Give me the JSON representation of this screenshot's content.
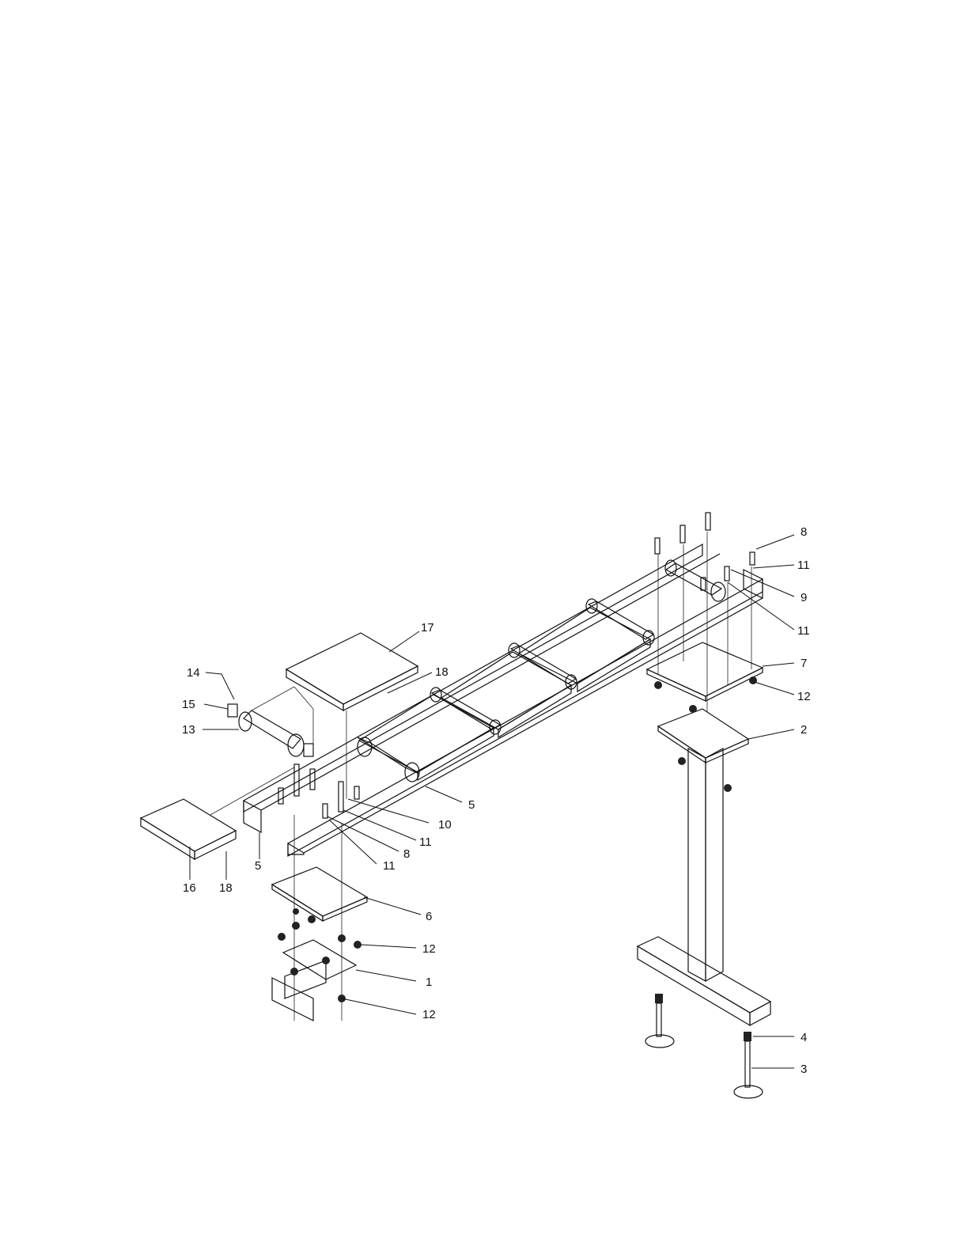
{
  "diagram": {
    "callouts": [
      {
        "id": "c8a",
        "text": "8"
      },
      {
        "id": "c11a",
        "text": "11"
      },
      {
        "id": "c9",
        "text": "9"
      },
      {
        "id": "c11b",
        "text": "11"
      },
      {
        "id": "c7",
        "text": "7"
      },
      {
        "id": "c12a",
        "text": "12"
      },
      {
        "id": "c2",
        "text": "2"
      },
      {
        "id": "c17",
        "text": "17"
      },
      {
        "id": "c18a",
        "text": "18"
      },
      {
        "id": "c14",
        "text": "14"
      },
      {
        "id": "c15",
        "text": "15"
      },
      {
        "id": "c13",
        "text": "13"
      },
      {
        "id": "c5a",
        "text": "5"
      },
      {
        "id": "c10",
        "text": "10"
      },
      {
        "id": "c11c",
        "text": "11"
      },
      {
        "id": "c8b",
        "text": "8"
      },
      {
        "id": "c11d",
        "text": "11"
      },
      {
        "id": "c5b",
        "text": "5"
      },
      {
        "id": "c16",
        "text": "16"
      },
      {
        "id": "c18b",
        "text": "18"
      },
      {
        "id": "c6",
        "text": "6"
      },
      {
        "id": "c12b",
        "text": "12"
      },
      {
        "id": "c1",
        "text": "1"
      },
      {
        "id": "c12c",
        "text": "12"
      },
      {
        "id": "c4",
        "text": "4"
      },
      {
        "id": "c3",
        "text": "3"
      }
    ],
    "colors": {
      "line": "#111111",
      "panel_light": "#e6e6e6",
      "panel_mid": "#a9a9a9",
      "panel_dark": "#6e6e6e",
      "metal": "#8c8c8c"
    }
  }
}
